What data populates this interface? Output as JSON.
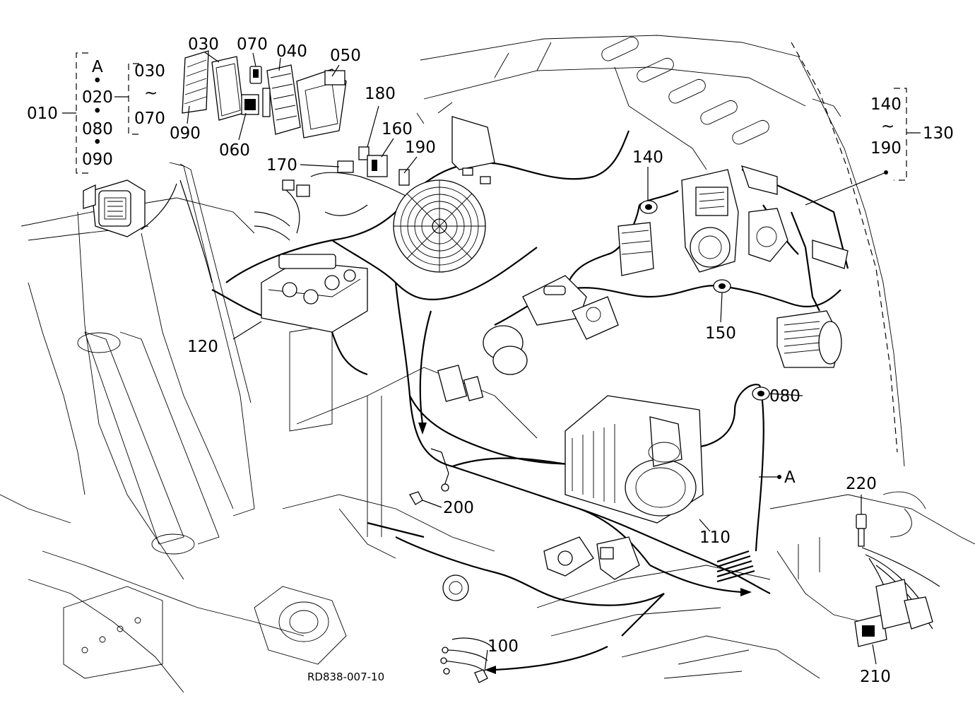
{
  "diagram": {
    "drawing_code": "RD838-007-10",
    "labels": {
      "p010": "010",
      "p020": "020",
      "p030": "030",
      "p030_range": "030",
      "p040": "040",
      "p050": "050",
      "p060": "060",
      "p070": "070",
      "p070_range": "070",
      "p080": "080",
      "p080_group": "080",
      "p090": "090",
      "p090_group": "090",
      "p100": "100",
      "p110": "110",
      "p120": "120",
      "p130": "130",
      "p140": "140",
      "p140_range": "140",
      "p150": "150",
      "p160": "160",
      "p170": "170",
      "p180": "180",
      "p190": "190",
      "p190_range": "190",
      "p200": "200",
      "p210": "210",
      "p220": "220",
      "ref_a_group": "A",
      "ref_a_callout": "A",
      "tilde": "~",
      "dot": "•"
    }
  }
}
